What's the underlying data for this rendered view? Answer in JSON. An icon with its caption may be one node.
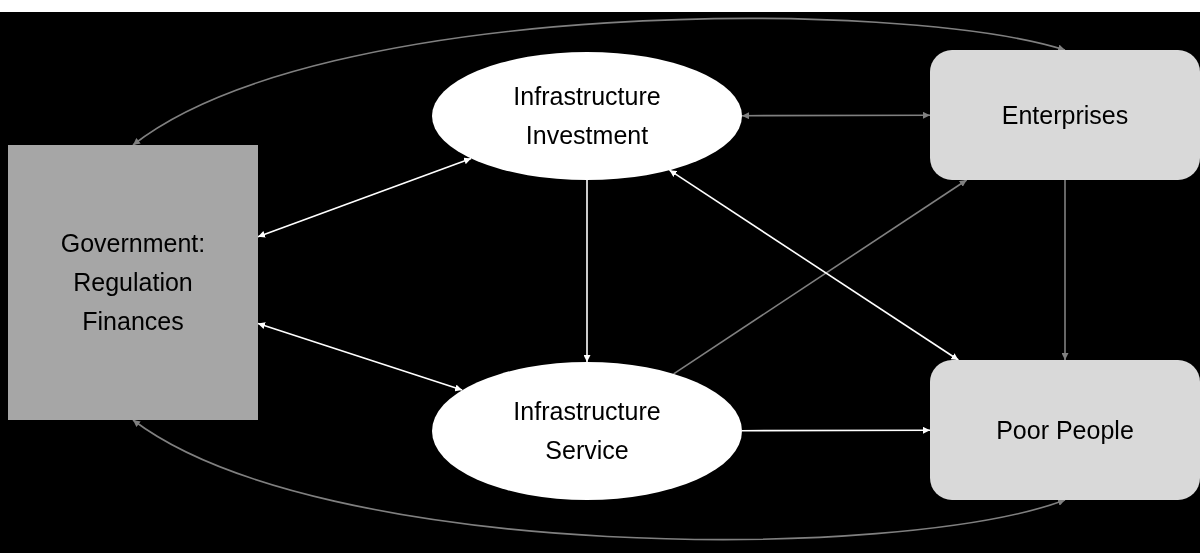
{
  "diagram": {
    "nodes": [
      {
        "text": [
          "Government: Regulation Finances"
        ]
      },
      {
        "text": [
          "Infrastructure Investment"
        ]
      },
      {
        "text": [
          "Enterprises"
        ]
      },
      {
        "text": [
          "Infrastructure Service"
        ]
      },
      {
        "text": [
          "Poor People"
        ]
      }
    ],
    "edges": [
      {
        "from": 2,
        "to": 0,
        "arrow": "both"
      },
      {
        "from": 0,
        "to": 1,
        "arrow": "both",
        "color": "#ffffff"
      },
      {
        "from": 1,
        "to": 2,
        "arrow": "both"
      },
      {
        "from": 0,
        "to": 3,
        "arrow": "both",
        "color": "#ffffff"
      },
      {
        "from": 1,
        "to": 3,
        "arrow": "to",
        "color": "#ffffff"
      },
      {
        "from": 3,
        "to": 2,
        "arrow": "to"
      },
      {
        "from": 4,
        "to": 1,
        "arrow": "both",
        "color": "#ffffff"
      },
      {
        "from": 2,
        "to": 4,
        "arrow": "to"
      },
      {
        "from": 3,
        "to": 4,
        "arrow": "to",
        "color": "#ffffff"
      },
      {
        "from": 0,
        "to": 4,
        "arrow": "both"
      }
    ]
  }
}
